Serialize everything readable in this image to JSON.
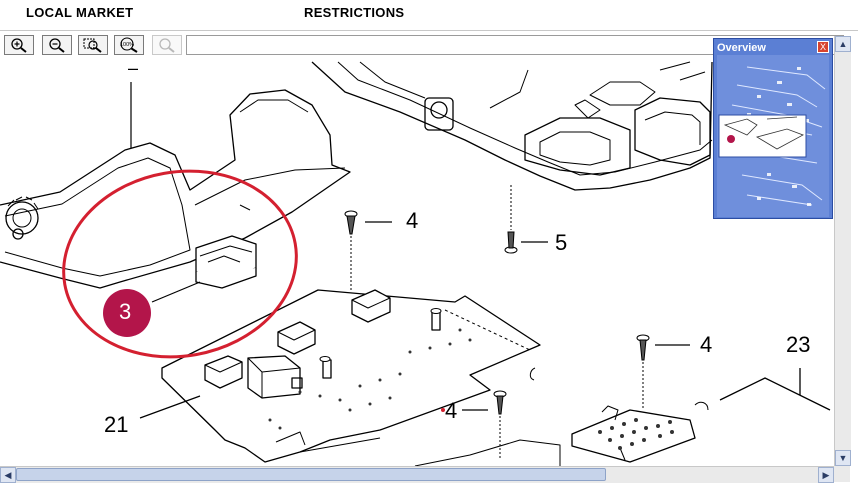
{
  "header": {
    "local_market": "LOCAL MARKET",
    "restrictions": "RESTRICTIONS"
  },
  "toolbar": {
    "zoom_in_icon": "zoom-in-icon",
    "zoom_out_icon": "zoom-out-icon",
    "zoom_window_icon": "zoom-window-icon",
    "zoom_100_label": "100%",
    "search_icon": "search-icon"
  },
  "overview": {
    "title": "Overview",
    "close_label": "X"
  },
  "diagram": {
    "callouts": {
      "c_top_dash": "–",
      "c4a": "4",
      "c5": "5",
      "c3": "3",
      "c4b": "4",
      "c23": "23",
      "c21": "21",
      "c4c": "4"
    },
    "highlight_color": "#d42030",
    "badge_color": "#b3154a"
  },
  "scrollbars": {
    "up_arrow": "▲",
    "down_arrow": "▼",
    "left_arrow": "◀",
    "right_arrow": "▶"
  }
}
